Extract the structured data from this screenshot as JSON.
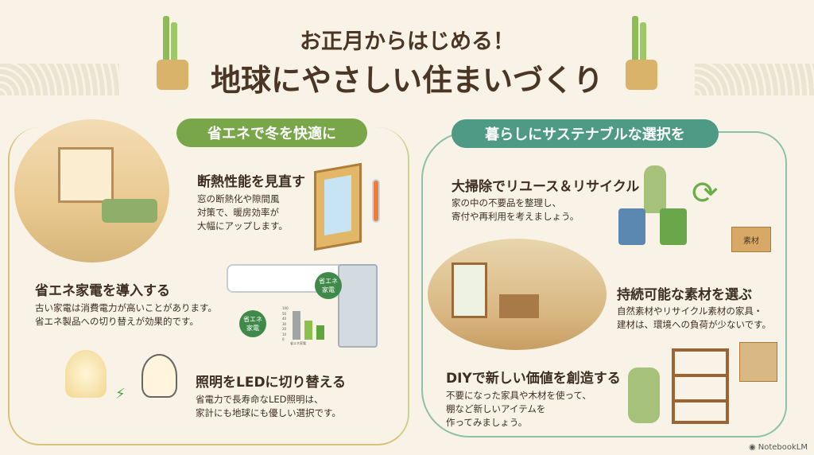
{
  "header": {
    "subtitle": "お正月からはじめる！",
    "title": "地球にやさしい住まいづくり"
  },
  "left": {
    "heading": "省エネで冬を快適に",
    "items": [
      {
        "title": "断熱性能を見直す",
        "desc": "窓の断熱化や隙間風\n対策で、暖房効率が\n大幅にアップします。"
      },
      {
        "title": "省エネ家電を導入する",
        "desc": "古い家電は消費電力が高いことがあります。\n省エネ製品への切り替えが効果的です。"
      },
      {
        "title": "照明をLEDに切り替える",
        "desc": "省電力で長寿命なLED照明は、\n家計にも地球にも優しい選択です。"
      }
    ],
    "badge": "省エネ家電",
    "chart_ticks": [
      "100",
      "50",
      "40",
      "30",
      "20",
      "10",
      "0"
    ],
    "chart_caption": "省エネ家電"
  },
  "right": {
    "heading": "暮らしにサステナブルな選択を",
    "items": [
      {
        "title": "大掃除でリユース＆リサイクル",
        "desc": "家の中の不要品を整理し、\n寄付や再利用を考えましょう。"
      },
      {
        "title": "持続可能な素材を選ぶ",
        "desc": "自然素材やリサイクル素材の家具・\n建材は、環境への負荷が少ないです。"
      },
      {
        "title": "DIYで新しい価値を創造する",
        "desc": "不要になった家具や木材を使って、\n棚など新しいアイテムを\n作ってみましょう。"
      }
    ],
    "box_label": "素材"
  },
  "watermark": "NotebookLM",
  "colors": {
    "left_accent": "#7aa64a",
    "right_accent": "#4f9a84",
    "text": "#4b3524"
  }
}
